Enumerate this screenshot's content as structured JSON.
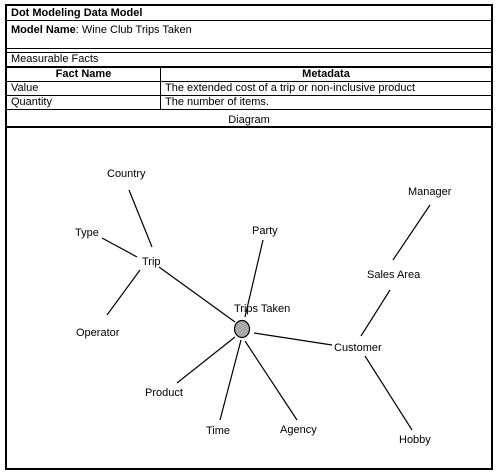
{
  "title": "Dot Modeling Data Model",
  "model": {
    "label": "Model Name",
    "value": "Wine Club Trips Taken"
  },
  "facts_heading": "Measurable Facts",
  "facts_table": {
    "headers": [
      "Fact Name",
      "Metadata"
    ],
    "rows": [
      {
        "name": "Value",
        "metadata": "The extended cost of a trip or non-inclusive product"
      },
      {
        "name": "Quantity",
        "metadata": "The number of items."
      }
    ]
  },
  "diagram_heading": "Diagram",
  "diagram": {
    "center": "Trips Taken",
    "nodes": {
      "country": "Country",
      "type": "Type",
      "trip": "Trip",
      "operator": "Operator",
      "party": "Party",
      "product": "Product",
      "time": "Time",
      "agency": "Agency",
      "customer": "Customer",
      "sales_area": "Sales Area",
      "manager": "Manager",
      "hobby": "Hobby"
    }
  }
}
